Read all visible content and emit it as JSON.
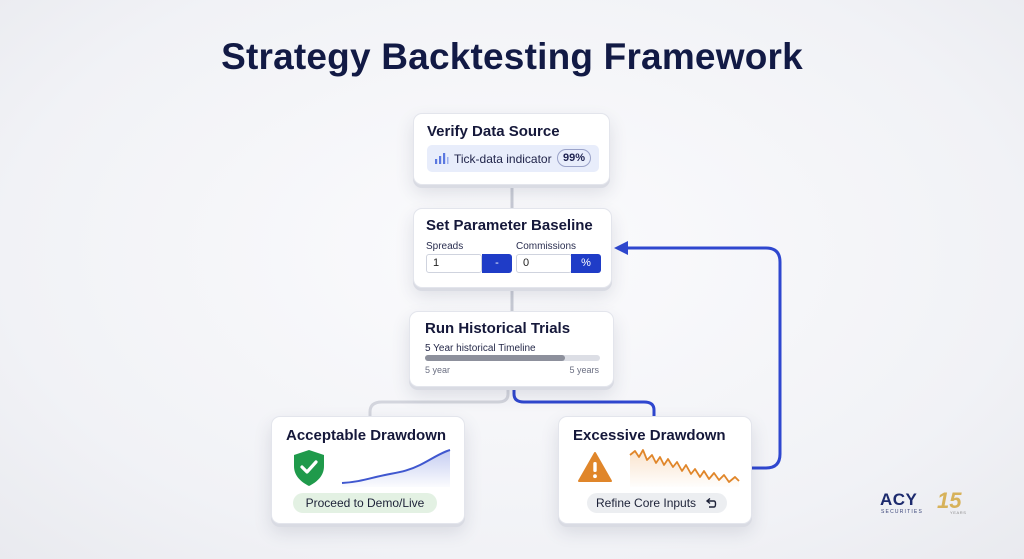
{
  "title": "Strategy Backtesting Framework",
  "steps": {
    "verify": {
      "title": "Verify Data Source",
      "indicator_label": "Tick-data indicator",
      "indicator_value": "99%",
      "icon": "bar-chart-icon"
    },
    "params": {
      "title": "Set Parameter Baseline",
      "spreads_label": "Spreads",
      "spreads_value": "1",
      "spreads_button": "-",
      "commissions_label": "Commissions",
      "commissions_value": "0",
      "commissions_button": "%"
    },
    "trials": {
      "title": "Run Historical Trials",
      "timeline_label": "5 Year historical Timeline",
      "timeline_start": "5 year",
      "timeline_end": "5 years",
      "progress": 0.8
    },
    "acceptable": {
      "title": "Acceptable Drawdown",
      "action": "Proceed to Demo/Live",
      "icon": "check-shield-icon"
    },
    "excessive": {
      "title": "Excessive Drawdown",
      "action": "Refine Core Inputs",
      "icon": "warning-icon",
      "action_icon": "return-arrow-icon"
    }
  },
  "logo": {
    "brand": "ACY",
    "sub": "SECURITIES",
    "anniversary": "15",
    "anniversary_sub": "YEARS"
  },
  "colors": {
    "accent": "#1f3cc7",
    "success": "#1f9a4b",
    "warning": "#e0862a",
    "title": "#121a45"
  }
}
